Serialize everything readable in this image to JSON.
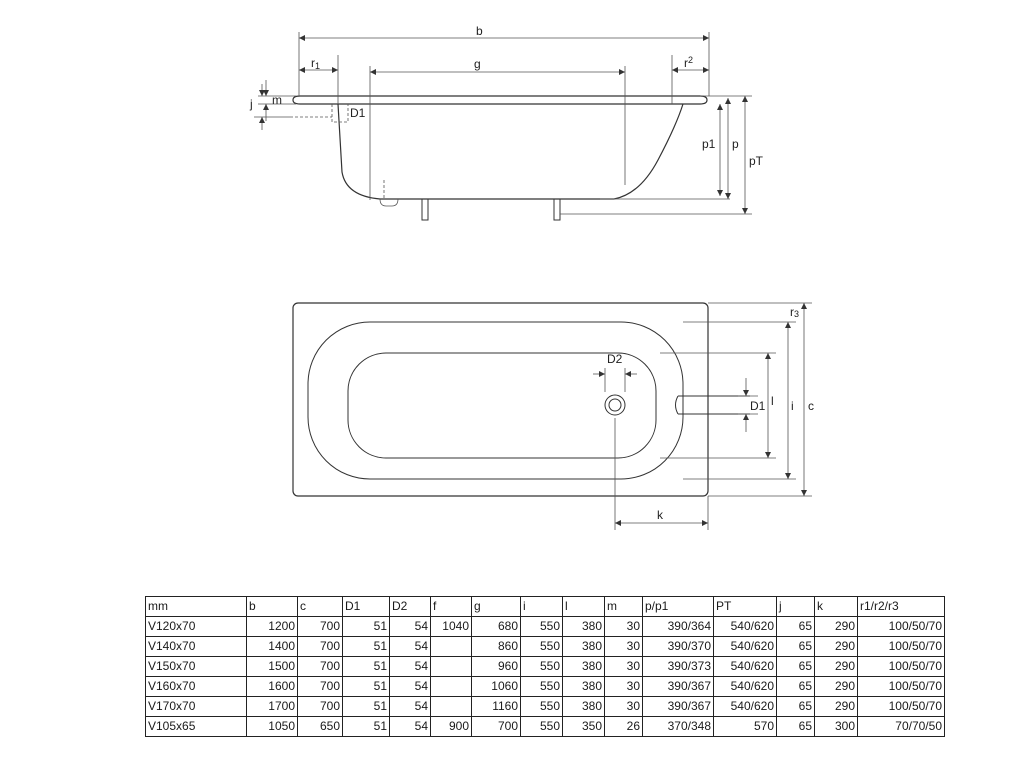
{
  "labels": {
    "side": {
      "b": "b",
      "g": "g",
      "r1": "r",
      "r1_sub": "1",
      "r2": "r",
      "r2_sub": "2",
      "m": "m",
      "j": "j",
      "D1": "D1",
      "p1": "p1",
      "p": "p",
      "pT": "pT"
    },
    "top": {
      "r3": "r",
      "r3_sub": "3",
      "D2": "D2",
      "D1": "D1",
      "l": "l",
      "i": "i",
      "c": "c",
      "k": "k"
    }
  },
  "table": {
    "headers": [
      "mm",
      "b",
      "c",
      "D1",
      "D2",
      "f",
      "g",
      "i",
      "l",
      "m",
      "p/p1",
      "PT",
      "j",
      "k",
      "r1/r2/r3"
    ],
    "rows": [
      [
        "V120x70",
        "1200",
        "700",
        "51",
        "54",
        "1040",
        "680",
        "550",
        "380",
        "30",
        "390/364",
        "540/620",
        "65",
        "290",
        "100/50/70"
      ],
      [
        "V140x70",
        "1400",
        "700",
        "51",
        "54",
        "",
        "860",
        "550",
        "380",
        "30",
        "390/370",
        "540/620",
        "65",
        "290",
        "100/50/70"
      ],
      [
        "V150x70",
        "1500",
        "700",
        "51",
        "54",
        "",
        "960",
        "550",
        "380",
        "30",
        "390/373",
        "540/620",
        "65",
        "290",
        "100/50/70"
      ],
      [
        "V160x70",
        "1600",
        "700",
        "51",
        "54",
        "",
        "1060",
        "550",
        "380",
        "30",
        "390/367",
        "540/620",
        "65",
        "290",
        "100/50/70"
      ],
      [
        "V170x70",
        "1700",
        "700",
        "51",
        "54",
        "",
        "1160",
        "550",
        "380",
        "30",
        "390/367",
        "540/620",
        "65",
        "290",
        "100/50/70"
      ],
      [
        "V105x65",
        "1050",
        "650",
        "51",
        "54",
        "900",
        "700",
        "550",
        "350",
        "26",
        "370/348",
        "570",
        "65",
        "300",
        "70/70/50"
      ]
    ]
  }
}
